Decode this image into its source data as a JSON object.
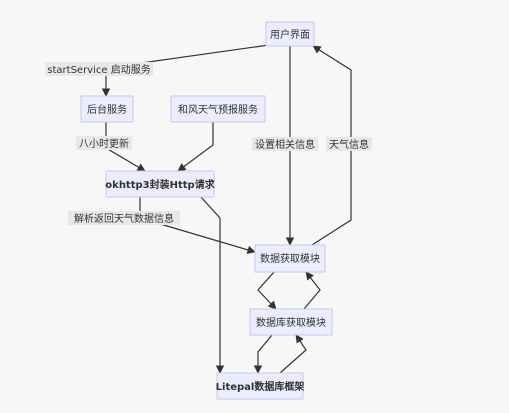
{
  "diagram": {
    "nodes": [
      {
        "id": "ui",
        "label": "用户界面"
      },
      {
        "id": "bg",
        "label": "后台服务"
      },
      {
        "id": "weather_svc",
        "label": "和风天气预报服务"
      },
      {
        "id": "okhttp",
        "label": "okhttp3封装Http请求"
      },
      {
        "id": "fetch",
        "label": "数据获取模块"
      },
      {
        "id": "dbfetch",
        "label": "数据库获取模块"
      },
      {
        "id": "litepal",
        "label": "Litepal数据库框架"
      }
    ],
    "edges": [
      {
        "id": "e_ui_bg",
        "from": "ui",
        "to": "bg",
        "label": "startService 启动服务"
      },
      {
        "id": "e_bg_ok",
        "from": "bg",
        "to": "okhttp",
        "label": "八小时更新"
      },
      {
        "id": "e_ws_ok",
        "from": "weather_svc",
        "to": "okhttp",
        "label": ""
      },
      {
        "id": "e_ok_fetch",
        "from": "okhttp",
        "to": "fetch",
        "label": "解析返回天气数据信息"
      },
      {
        "id": "e_ok_lite",
        "from": "okhttp",
        "to": "litepal",
        "label": ""
      },
      {
        "id": "e_ui_fetch",
        "from": "ui",
        "to": "fetch",
        "label": "设置相关信息"
      },
      {
        "id": "e_fetch_ui",
        "from": "fetch",
        "to": "ui",
        "label": "天气信息"
      },
      {
        "id": "e_fetch_db",
        "from": "fetch",
        "to": "dbfetch",
        "label": ""
      },
      {
        "id": "e_db_fetch",
        "from": "dbfetch",
        "to": "fetch",
        "label": ""
      },
      {
        "id": "e_db_lite",
        "from": "dbfetch",
        "to": "litepal",
        "label": ""
      },
      {
        "id": "e_lite_db",
        "from": "litepal",
        "to": "dbfetch",
        "label": ""
      }
    ]
  }
}
